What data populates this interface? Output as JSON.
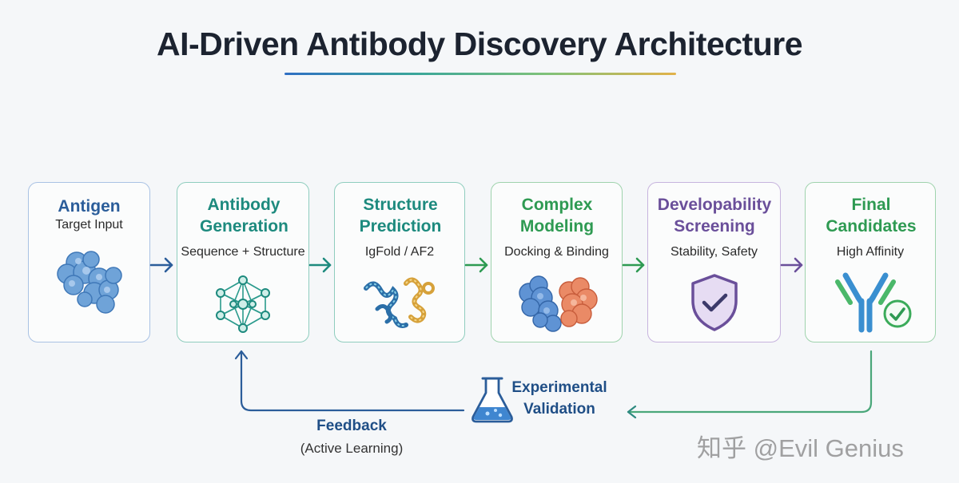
{
  "title": "AI-Driven Antibody Discovery Architecture",
  "stages": [
    {
      "title": "Antigen",
      "subtitle": "Target Input",
      "icon": "antigen-protein-icon",
      "color": "#2b5d9a"
    },
    {
      "title": "Antibody Generation",
      "subtitle": "Sequence + Structure",
      "icon": "neural-network-icon",
      "color": "#1d8a7e"
    },
    {
      "title": "Structure Prediction",
      "subtitle": "IgFold / AF2",
      "icon": "protein-structure-icon",
      "color": "#1d8a7e"
    },
    {
      "title": "Complex Modeling",
      "subtitle": "Docking & Binding",
      "icon": "protein-complex-icon",
      "color": "#2e9a52"
    },
    {
      "title": "Developability Screening",
      "subtitle": "Stability, Safety",
      "icon": "shield-check-icon",
      "color": "#6a4f9a"
    },
    {
      "title": "Final Candidates",
      "subtitle": "High Affinity",
      "icon": "antibody-check-icon",
      "color": "#2e9a52"
    }
  ],
  "feedback": {
    "validation_label_1": "Experimental",
    "validation_label_2": "Validation",
    "feedback_label": "Feedback",
    "active_learning_label": "(Active Learning)",
    "flask_icon": "flask-icon"
  },
  "watermark": {
    "text": "知乎 @Evil Genius"
  },
  "colors": {
    "blue": "#2b5d9a",
    "teal": "#1d8a7e",
    "green": "#2e9a52",
    "purple": "#6a4f9a",
    "title_text": "#1c2330"
  }
}
